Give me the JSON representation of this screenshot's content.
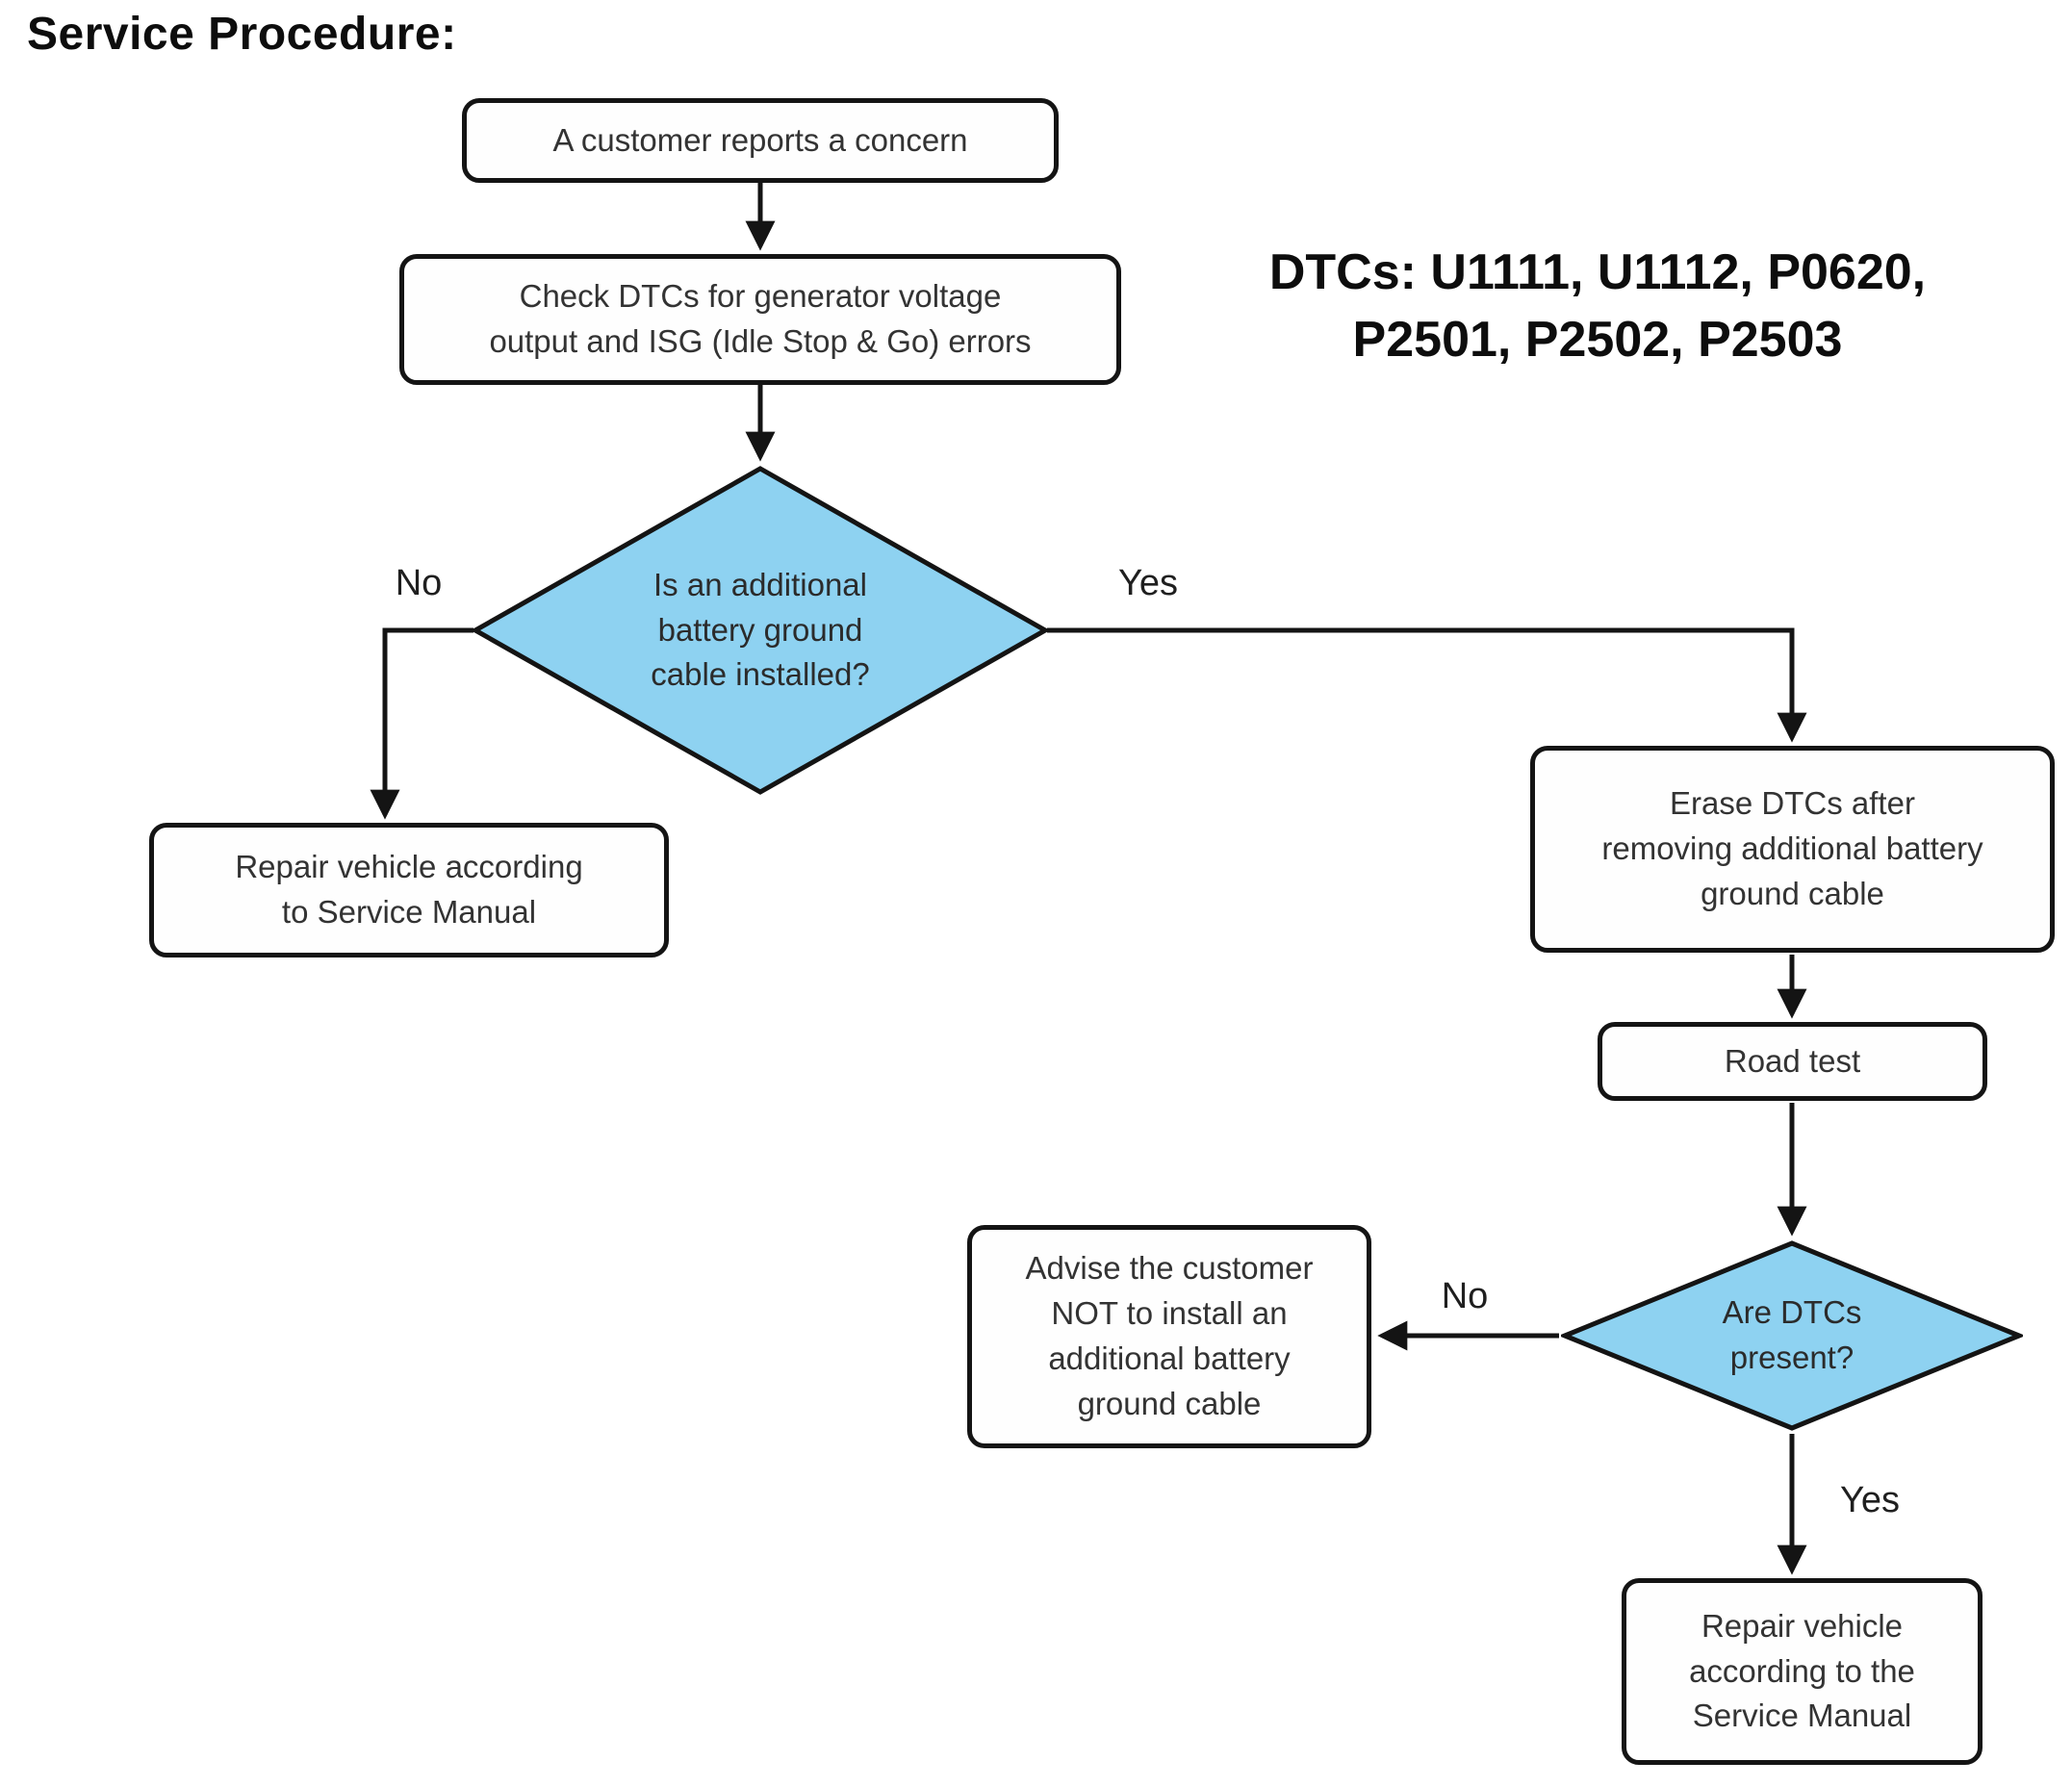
{
  "title": "Service Procedure:",
  "note": {
    "text": "DTCs: U1111, U1112, P0620,\nP2501, P2502, P2503"
  },
  "nodes": {
    "customer_concern": {
      "type": "process",
      "text": "A customer reports a concern"
    },
    "check_dtcs": {
      "type": "process",
      "text": "Check DTCs for generator voltage\noutput and ISG (Idle Stop & Go) errors"
    },
    "ground_cable_decision": {
      "type": "decision",
      "text": "Is an additional\nbattery ground\ncable installed?"
    },
    "repair_service_manual": {
      "type": "process",
      "text": "Repair vehicle according\nto Service Manual"
    },
    "erase_dtcs": {
      "type": "process",
      "text": "Erase DTCs after\nremoving additional battery\nground cable"
    },
    "road_test": {
      "type": "process",
      "text": "Road test"
    },
    "dtcs_present_decision": {
      "type": "decision",
      "text": "Are DTCs\npresent?"
    },
    "advise_customer": {
      "type": "process",
      "text": "Advise the customer\nNOT to install an\nadditional battery\nground cable"
    },
    "repair_service_manual_2": {
      "type": "process",
      "text": "Repair vehicle\naccording to the\nService Manual"
    }
  },
  "edge_labels": {
    "d1_no": "No",
    "d1_yes": "Yes",
    "d2_no": "No",
    "d2_yes": "Yes"
  },
  "colors": {
    "decision_fill": "#8ED2F1",
    "line": "#141414",
    "node_fill": "#fefefe",
    "text": "#333333"
  }
}
